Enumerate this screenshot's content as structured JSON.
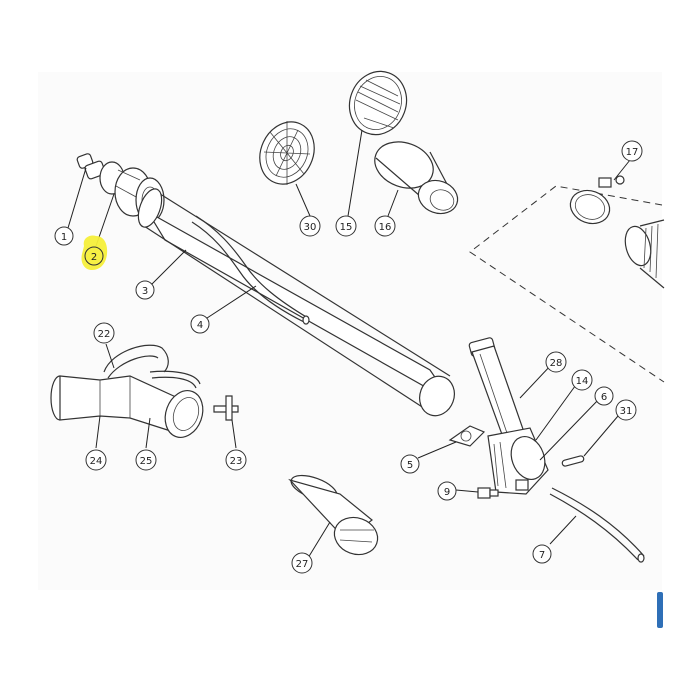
{
  "callouts": {
    "c1": "1",
    "c2": "2",
    "c3": "3",
    "c4": "4",
    "c5": "5",
    "c6": "6",
    "c7": "7",
    "c9": "9",
    "c14": "14",
    "c15": "15",
    "c16": "16",
    "c17": "17",
    "c22": "22",
    "c23": "23",
    "c24": "24",
    "c25": "25",
    "c27": "27",
    "c28": "28",
    "c30": "30",
    "c31": "31"
  },
  "highlight": {
    "target": "2",
    "color": "#f6ef3a"
  },
  "colors": {
    "line": "#333333",
    "scroll_accent": "#2f6fb7"
  }
}
